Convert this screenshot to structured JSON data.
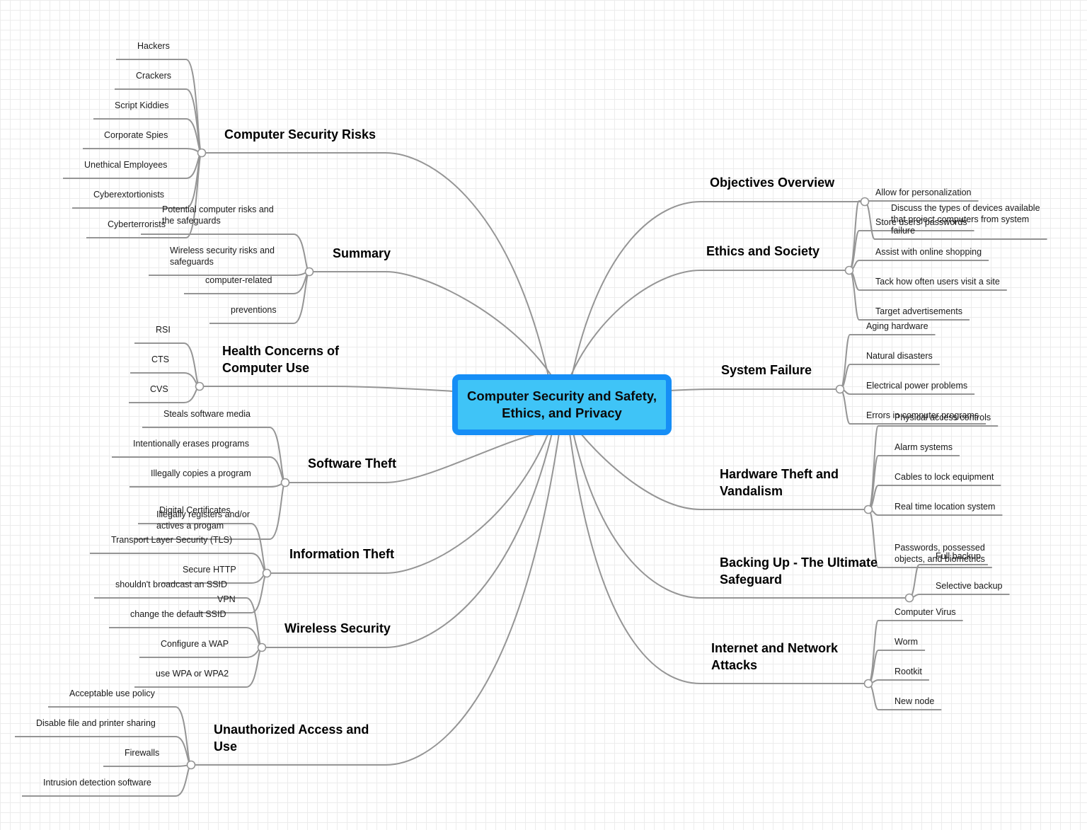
{
  "root": {
    "text": "Computer Security and Safety,\nEthics, and Privacy"
  },
  "left_branches": [
    {
      "id": "computer-security-risks",
      "label": "Computer Security Risks",
      "children": [
        "Hackers",
        "Crackers",
        "Script Kiddies",
        "Corporate Spies",
        "Unethical Employees",
        "Cyberextortionists",
        "Cyberterrorists"
      ]
    },
    {
      "id": "summary",
      "label": "Summary",
      "children": [
        "Potential computer risks and\nthe safeguards",
        "Wireless security risks and\nsafeguards",
        "computer-related",
        "preventions"
      ]
    },
    {
      "id": "health-concerns",
      "label": "Health Concerns of\nComputer Use",
      "children": [
        "RSI",
        "CTS",
        "CVS"
      ]
    },
    {
      "id": "software-theft",
      "label": "Software Theft",
      "children": [
        "Steals software media",
        "Intentionally erases programs",
        "Illegally copies a program",
        "Illegally registers and/or\nactives a progam"
      ]
    },
    {
      "id": "information-theft",
      "label": "Information Theft",
      "children": [
        "Digital Certificates",
        "Transport Layer Security (TLS)",
        "Secure HTTP",
        "VPN"
      ]
    },
    {
      "id": "wireless-security",
      "label": "Wireless Security",
      "children": [
        "shouldn't broadcast an SSID",
        "change the default SSID",
        "Configure a WAP",
        "use WPA or WPA2"
      ]
    },
    {
      "id": "unauthorized-access",
      "label": "Unauthorized Access and\nUse",
      "children": [
        "Acceptable use policy",
        "Disable file and printer sharing",
        "Firewalls",
        "Intrusion detection software"
      ]
    }
  ],
  "right_branches": [
    {
      "id": "objectives-overview",
      "label": "Objectives Overview",
      "children": [
        "Discuss the types of devices available\nthat project computers from system\nfailure"
      ]
    },
    {
      "id": "ethics-and-society",
      "label": "Ethics and Society",
      "children": [
        "Allow for personalization",
        "Store users' passwords",
        "Assist with online shopping",
        "Tack how often users visit a site",
        "Target advertisements"
      ]
    },
    {
      "id": "system-failure",
      "label": "System Failure",
      "children": [
        "Aging hardware",
        "Natural disasters",
        "Electrical power problems",
        "Errors in computer programs"
      ]
    },
    {
      "id": "hardware-theft",
      "label": "Hardware Theft and\nVandalism",
      "children": [
        "Physical access controls",
        "Alarm systems",
        "Cables to lock equipment",
        "Real time location system",
        "Passwords, possessed\nobjects, and biometrics"
      ]
    },
    {
      "id": "backing-up",
      "label": "Backing Up - The Ultimate\nSafeguard",
      "children": [
        "Full backup",
        "Selective backup"
      ]
    },
    {
      "id": "internet-attacks",
      "label": "Internet and Network\nAttacks",
      "children": [
        "Computer Virus",
        "Worm",
        "Rootkit",
        "New node"
      ]
    }
  ],
  "colors": {
    "root_fill": "#3fc4f7",
    "root_border": "#168ef6",
    "edge": "#959595",
    "grid": "#ececec"
  }
}
